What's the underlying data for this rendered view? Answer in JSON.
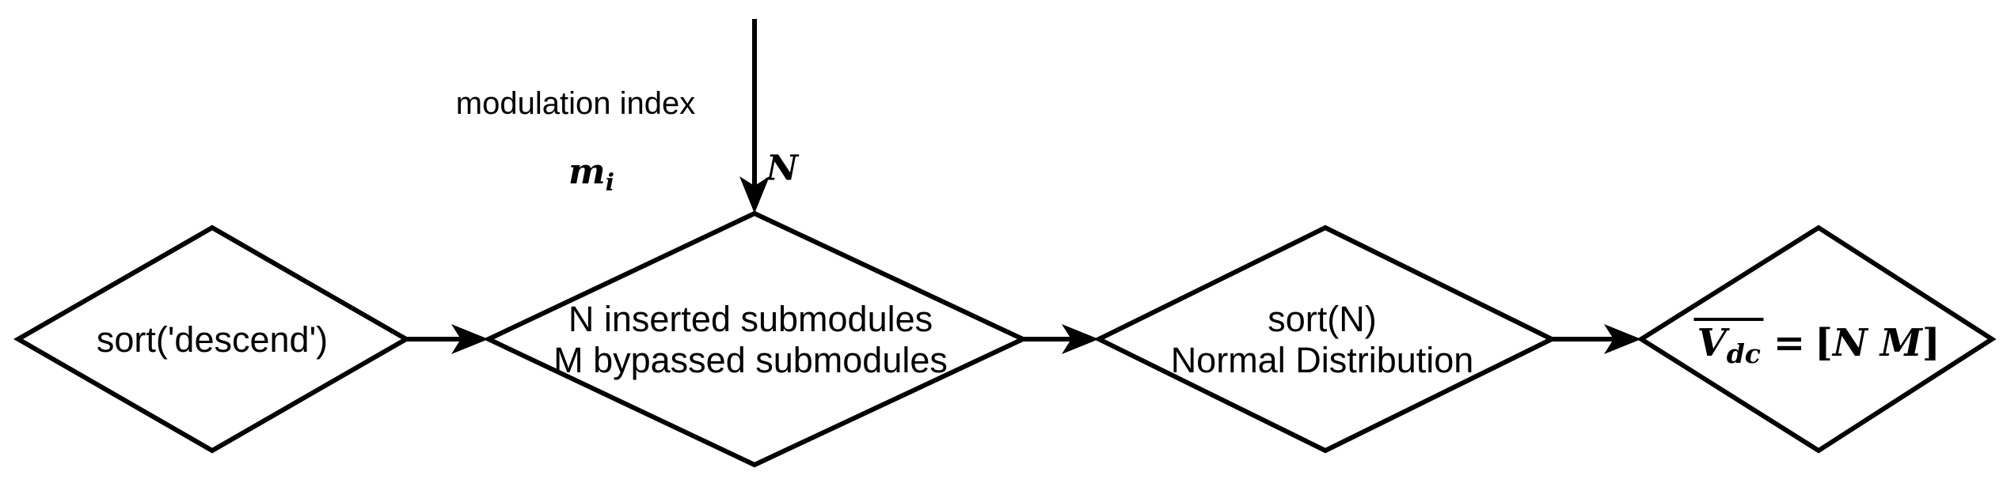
{
  "diagram": {
    "colors": {
      "stroke": "#000000",
      "background": "#ffffff",
      "text": "#000000"
    },
    "input_arrow": {
      "label": "modulation index",
      "var_left_base": "m",
      "var_left_sub": "i",
      "var_right": "N"
    },
    "nodes": [
      {
        "id": "sort-descend",
        "lines": [
          "sort('descend')"
        ]
      },
      {
        "id": "submodule-count",
        "lines": [
          "N inserted submodules",
          "M bypassed submodules"
        ]
      },
      {
        "id": "sort-normal-distribution",
        "lines": [
          "sort(N)",
          "Normal Distribution"
        ]
      },
      {
        "id": "vdc-output",
        "formula": {
          "overline_base": "V",
          "overline_sub": "dc",
          "equals": "=",
          "open_bracket": "[",
          "var_n": "N",
          "var_m": "M",
          "close_bracket": "]"
        }
      }
    ]
  }
}
